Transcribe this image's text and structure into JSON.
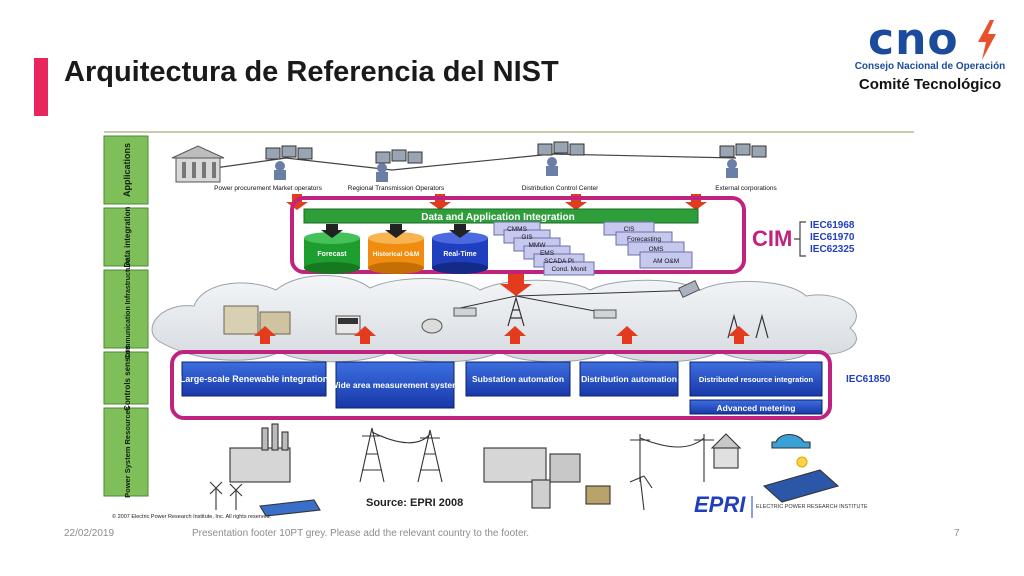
{
  "slide": {
    "title": "Arquitectura de Referencia del NIST",
    "footer_date": "22/02/2019",
    "footer_text": "Presentation footer 10PT grey. Please add the relevant country to the footer.",
    "page_number": "7",
    "accent_color": "#e8265e"
  },
  "logo": {
    "wordmark": "cno",
    "subtitle": "Consejo Nacional de Operación",
    "committee": "Comité Tecnológico",
    "brand_color": "#1c4b9c",
    "bolt_color": "#e8512a"
  },
  "diagram": {
    "layers": [
      "Applications",
      "Data integration",
      "Communication Infrastructure",
      "Controls sensors",
      "Power System Resources"
    ],
    "applications": [
      "Power procurement Market operators",
      "Regional Transmission Operators",
      "Distribution Control Center",
      "External corporations"
    ],
    "integration_bar": "Data and Application Integration",
    "databases": [
      "Forecast",
      "Historical O&M",
      "Real-Time"
    ],
    "databases_colors": [
      "#1e9e2e",
      "#f08c10",
      "#1f3fbf"
    ],
    "systems_left": [
      "CMMS",
      "GIS",
      "MMW",
      "EMS",
      "SCADA PI",
      "Cond. Monit"
    ],
    "systems_right": [
      "CIS",
      "Forecasting",
      "OMS",
      "AM O&M"
    ],
    "cim_label": "CIM",
    "cim_standards": [
      "IEC61968",
      "IEC61970",
      "IEC62325"
    ],
    "control_boxes": [
      "Large-scale Renewable integration",
      "Wide area measurement system",
      "Substation automation",
      "Distribution automation",
      "Distributed resource integration"
    ],
    "advanced_metering": "Advanced metering",
    "iec61850": "IEC61850",
    "source": "Source: EPRI 2008",
    "copyright": "© 2007 Electric Power Research Institute, Inc. All rights reserved.",
    "epri_logo": "EPRI",
    "epri_name": "ELECTRIC POWER RESEARCH INSTITUTE"
  }
}
